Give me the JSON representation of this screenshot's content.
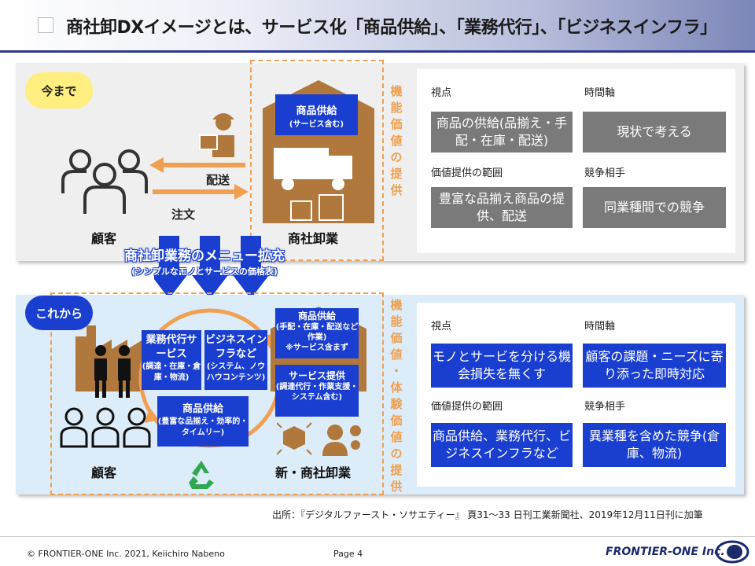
{
  "header": {
    "title": "商社卸DXイメージとは、サービス化「商品供給」、「業務代行」、「ビジネスインフラ」"
  },
  "top": {
    "badge": "今まで",
    "product_supply": {
      "title": "商品供給",
      "sub": "(サービス含む)"
    },
    "delivery": "配送",
    "order": "注文",
    "customer": "顧客",
    "wholesaler": "商社卸業",
    "vertical": [
      "機",
      "能",
      "価",
      "値",
      "の",
      "提",
      "供"
    ],
    "labels": {
      "viewpoint": "視点",
      "time_axis": "時間軸",
      "value_scope": "価値提供の範囲",
      "competitor": "競争相手"
    },
    "boxes": {
      "viewpoint": "商品の供給(品揃え・手配・在庫・配送)",
      "time_axis": "現状で考える",
      "value_scope": "豊富な品揃え商品の提供、配送",
      "competitor": "同業種間での競争"
    }
  },
  "expand": {
    "title": "商社卸業務のメニュー拡充",
    "sub": "(シンプルなモノとサービスの価格表)"
  },
  "bottom": {
    "badge": "これから",
    "agency": {
      "title": "業務代行サービス",
      "sub": "(調達・在庫・倉庫・物流)"
    },
    "infra": {
      "title": "ビジネスインフラなど",
      "sub": "(システム、ノウハウコンテンツ)"
    },
    "supply_center": {
      "title": "商品供給",
      "sub": "(豊富な品揃え・効率的・タイムリー)"
    },
    "supply_right": {
      "title": "商品供給",
      "sub": "(手配・在庫・配送など作業)",
      "note": "※サービス含まず"
    },
    "service": {
      "title": "サービス提供",
      "sub": "(調達代行・作業支援・システム含む)"
    },
    "customer": "顧客",
    "wholesaler": "新・商社卸業",
    "vertical": [
      "機",
      "能",
      "価",
      "値",
      "・",
      "体",
      "験",
      "価",
      "値",
      "の",
      "提",
      "供"
    ],
    "labels": {
      "viewpoint": "視点",
      "time_axis": "時間軸",
      "value_scope": "価値提供の範囲",
      "competitor": "競争相手"
    },
    "boxes": {
      "viewpoint": "モノとサービを分ける機会損失を無くす",
      "time_axis": "顧客の課題・ニーズに寄り添った即時対応",
      "value_scope": "商品供給、業務代行、ビジネスインフラなど",
      "competitor": "異業種を含めた競争(倉庫、物流)"
    }
  },
  "source": "出所：『デジタルファースト・ソサエティー』 頁31～33 日刊工業新聞社、2019年12月11日刊に加筆",
  "footer": {
    "copyright": "© FRONTIER-ONE Inc. 2021,  Keiichiro  Nabeno",
    "page": "Page 4",
    "logo": "FRONTIER-ONE Inc."
  },
  "colors": {
    "navy": "#1a3fd0",
    "orange": "#f0a050",
    "brown": "#b0783c",
    "gray_box": "#7a7a7a"
  }
}
